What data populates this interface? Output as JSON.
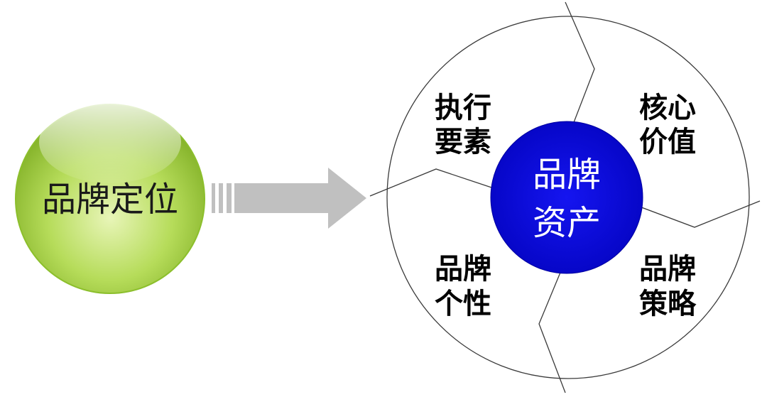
{
  "source_node": {
    "label": "品牌定位"
  },
  "center_node": {
    "line1": "品牌",
    "line2": "资产"
  },
  "quadrants": {
    "top_left": {
      "line1": "执行",
      "line2": "要素"
    },
    "top_right": {
      "line1": "核心",
      "line2": "价值"
    },
    "bottom_left": {
      "line1": "品牌",
      "line2": "个性"
    },
    "bottom_right": {
      "line1": "品牌",
      "line2": "策略"
    }
  },
  "colors": {
    "green_node": "#a8d44a",
    "center_node": "#0a0ad8",
    "arrow": "#c0c0c0"
  }
}
